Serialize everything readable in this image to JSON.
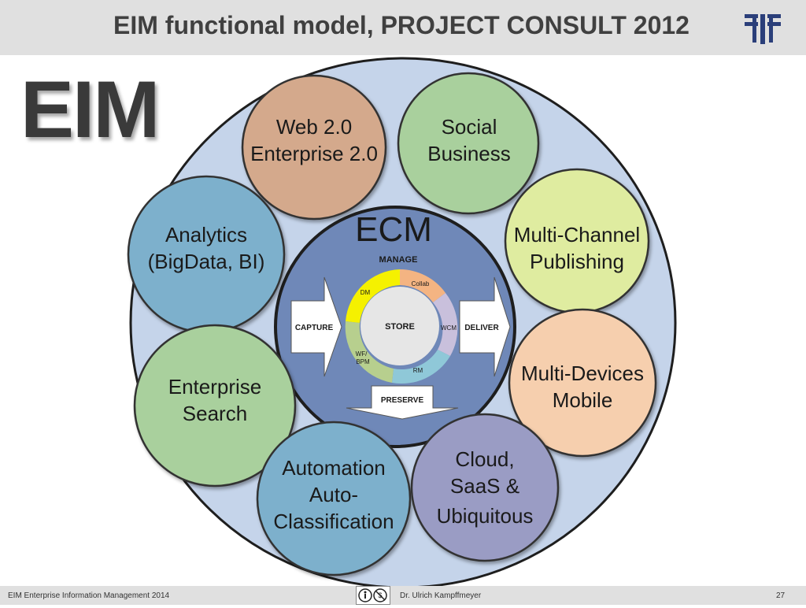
{
  "header": {
    "title": "EIM functional model, PROJECT CONSULT 2012"
  },
  "big_label": "EIM",
  "ecm": {
    "title": "ECM",
    "manage": "MANAGE",
    "capture": "CAPTURE",
    "deliver": "DELIVER",
    "preserve": "PRESERVE",
    "store": "STORE",
    "segments": {
      "collab": "Collab",
      "dm": "DM",
      "wcm": "WCM",
      "wf": "WF/",
      "bpm": "BPM",
      "rm": "RM"
    }
  },
  "bubbles": {
    "web": {
      "line1": "Web 2.0",
      "line2": "Enterprise 2.0"
    },
    "social": {
      "line1": "Social",
      "line2": "Business"
    },
    "analytics": {
      "line1": "Analytics",
      "line2": "(BigData, BI)"
    },
    "multichannel": {
      "line1": "Multi-Channel",
      "line2": "Publishing"
    },
    "search": {
      "line1": "Enterprise",
      "line2": "Search"
    },
    "devices": {
      "line1": "Multi-Devices",
      "line2": "Mobile"
    },
    "automation": {
      "line1": "Automation",
      "line2": "Auto-",
      "line3": "Classification"
    },
    "cloud": {
      "line1": "Cloud,",
      "line2": "SaaS &",
      "line3": "Ubiquitous"
    }
  },
  "footer": {
    "left": "EIM Enterprise Information Management 2014",
    "author": "Dr. Ulrich Kampffmeyer",
    "page": "27"
  },
  "colors": {
    "outer_circle": "#c5d4ea",
    "ecm_circle": "#6f88b8",
    "web": "#d4a98c",
    "social": "#a9d09d",
    "analytics": "#7db0cc",
    "multichannel": "#dfeca0",
    "search": "#a9d09d",
    "devices": "#f6cfae",
    "automation": "#7db0cc",
    "cloud": "#9a9cc4"
  }
}
